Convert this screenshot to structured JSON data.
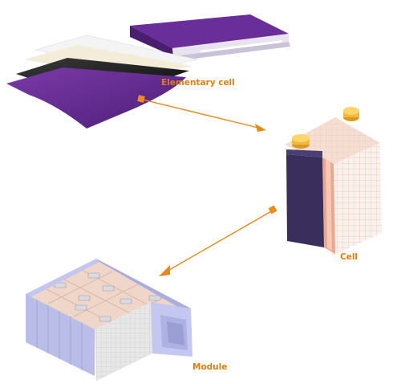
{
  "labels": {
    "elementary_cell": "Elementary cell",
    "cell": "Cell",
    "module": "Module"
  },
  "colors": {
    "label": "#e07d10",
    "arrow": "#e5891b",
    "separator_purple": "#5b2a86",
    "electrode_black": "#1c1c1c",
    "separator_cream": "#f3ecd9",
    "cell_front": "#3a2e5c",
    "cell_side_copper": "#f1c6b5",
    "terminal_gold": "#f2b93a",
    "module_casing": "#b9bde8"
  },
  "icons": [
    "bidirectional-arrow",
    "layered-sheets",
    "prismatic-cell",
    "battery-module"
  ]
}
